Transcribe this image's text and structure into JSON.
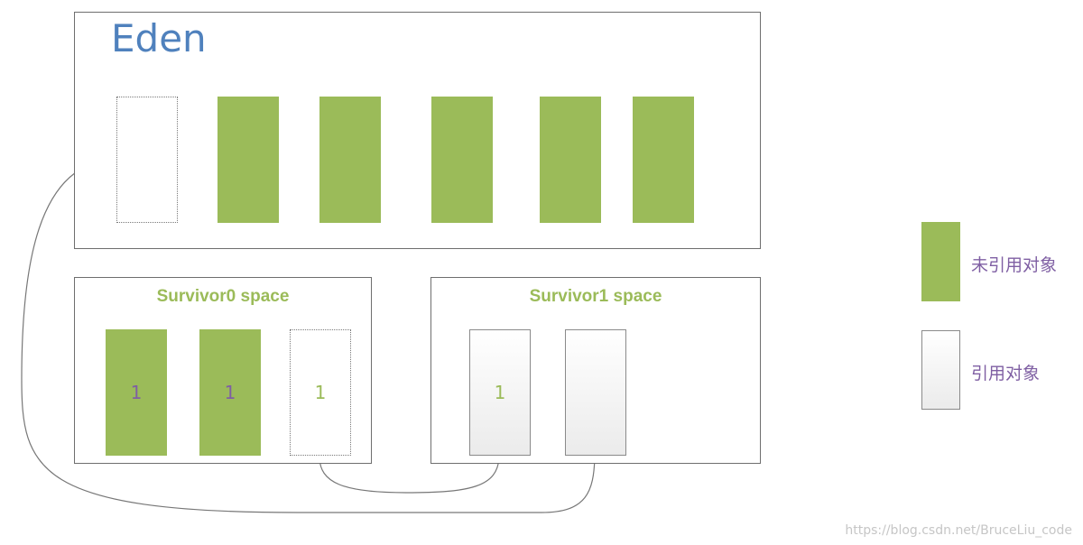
{
  "eden": {
    "title": "Eden"
  },
  "survivor0": {
    "title": "Survivor0 space",
    "objects": [
      "1",
      "1",
      "1"
    ]
  },
  "survivor1": {
    "title": "Survivor1 space",
    "objects": [
      "1",
      ""
    ]
  },
  "legend": {
    "unreferenced": {
      "label": "未引用对象",
      "color": "#9bbb59"
    },
    "referenced": {
      "label": "引用对象",
      "color": "#f2f2f2"
    }
  },
  "watermark": "https://blog.csdn.net/BruceLiu_code",
  "colors": {
    "accent_blue": "#4f81bd",
    "green": "#9bbb59",
    "purple": "#7f5fa3",
    "border": "#6e6e6e"
  }
}
